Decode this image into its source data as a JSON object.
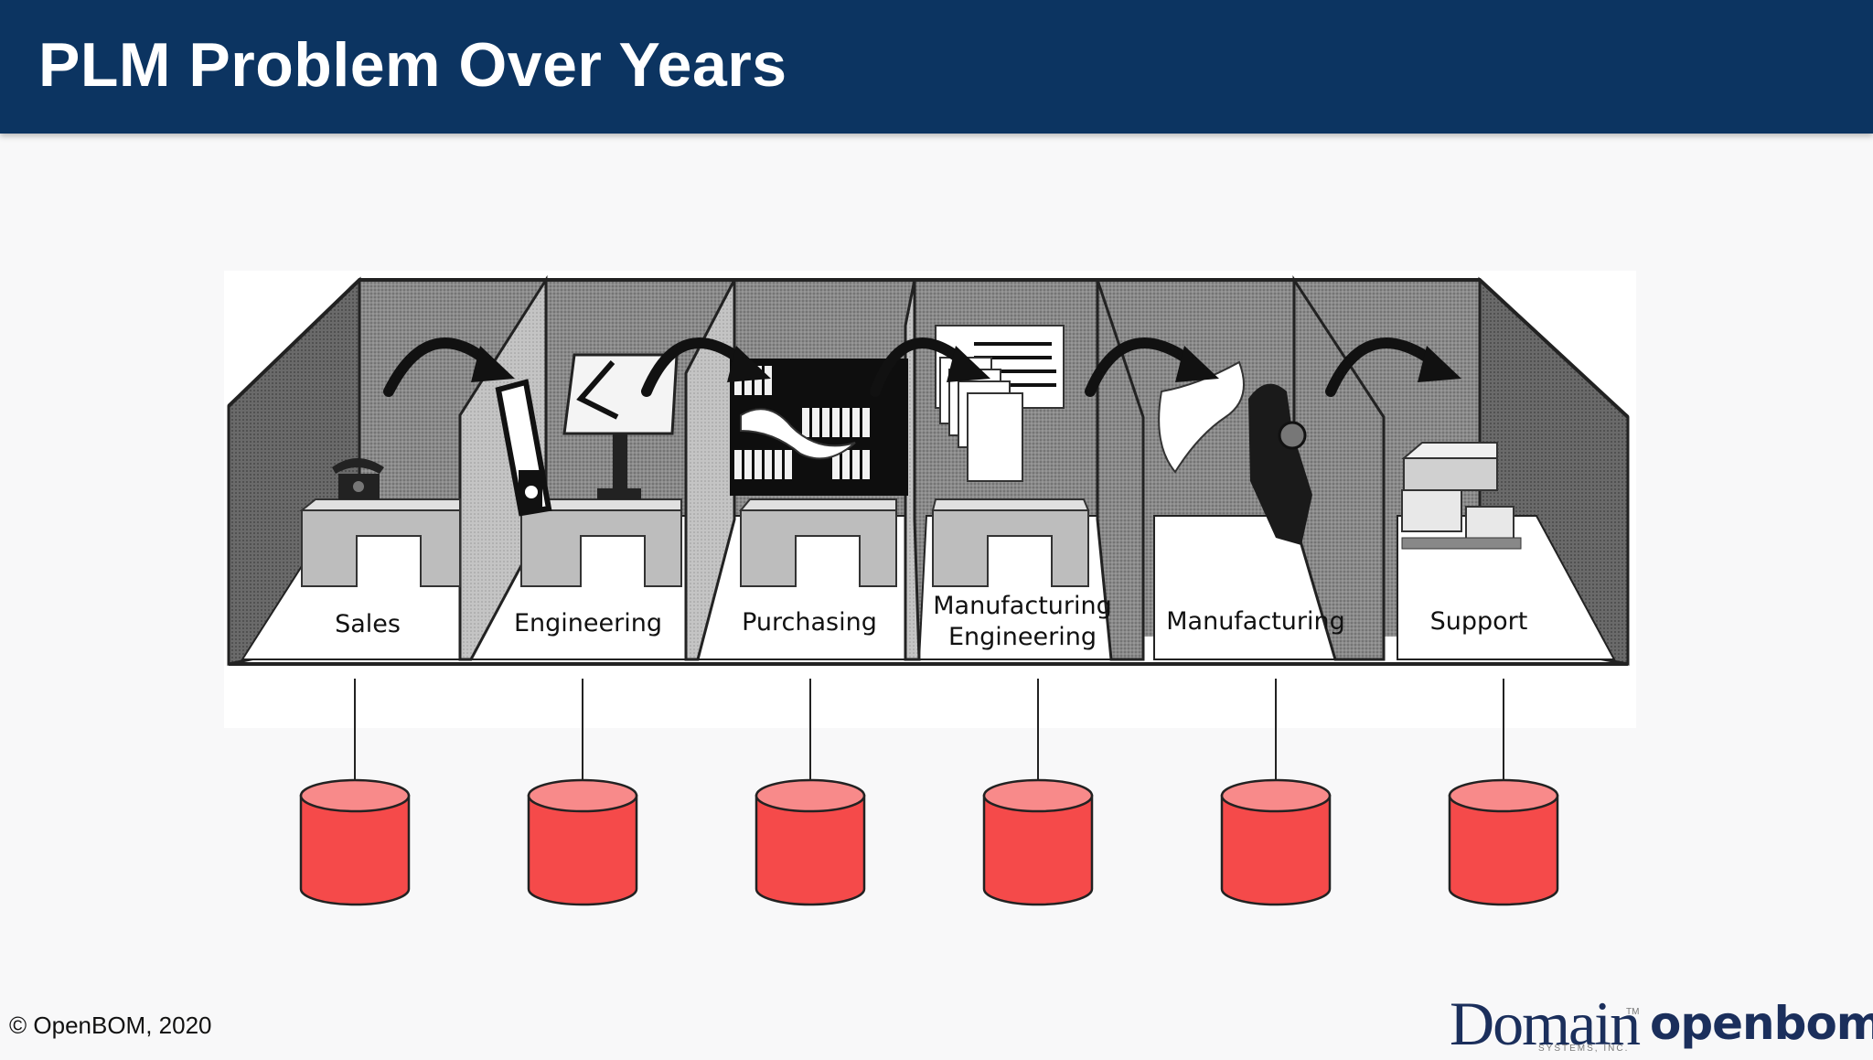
{
  "slide": {
    "title": "PLM Problem Over Years",
    "copyright": "© OpenBOM, 2020"
  },
  "diagram": {
    "departments": [
      {
        "label": "Sales"
      },
      {
        "label": "Engineering"
      },
      {
        "label": "Purchasing"
      },
      {
        "label": "Manufacturing",
        "label2": "Engineering"
      },
      {
        "label": "Manufacturing"
      },
      {
        "label": "Support"
      }
    ],
    "database_color": "#f54a4a",
    "database_top_color": "#f88a8a"
  },
  "logos": {
    "domain": "Domain",
    "domain_tm": "TM",
    "domain_sub": "SYSTEMS, INC.",
    "openbom": "openbom"
  }
}
